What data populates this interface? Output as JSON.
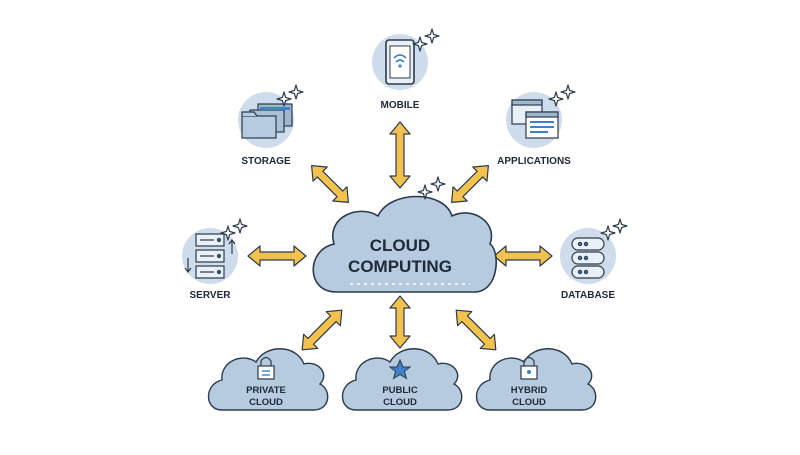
{
  "center": {
    "line1": "CLOUD",
    "line2": "COMPUTING"
  },
  "nodes": {
    "mobile": "MOBILE",
    "storage": "STORAGE",
    "applications": "APPLICATIONS",
    "server": "SERVER",
    "database": "DATABASE",
    "private_cloud": {
      "line1": "PRIVATE",
      "line2": "CLOUD"
    },
    "public_cloud": {
      "line1": "PUBLIC",
      "line2": "CLOUD"
    },
    "hybrid_cloud": {
      "line1": "HYBRID",
      "line2": "CLOUD"
    }
  },
  "colors": {
    "cloud_fill": "#b7cbe0",
    "circle_fill": "#cfdceb",
    "outline": "#2b3a4a",
    "arrow": "#f2c14e",
    "accent_blue": "#3f82c8"
  },
  "icons": [
    "phone-icon",
    "folders-icon",
    "app-windows-icon",
    "server-rack-icon",
    "database-icon",
    "lock-icon",
    "star-icon",
    "sparkle-icon"
  ]
}
